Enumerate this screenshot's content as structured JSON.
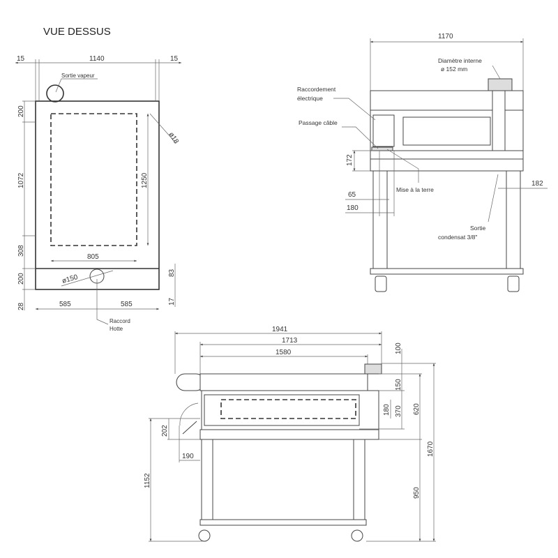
{
  "title": "VUE DESSUS",
  "top_view": {
    "dims": {
      "left_margin": "15",
      "width": "1140",
      "right_margin": "15",
      "d200_top": "200",
      "d1072": "1072",
      "d308": "308",
      "d200_bottom": "200",
      "d28": "28",
      "d1250": "1250",
      "d805": "805",
      "d18": "ø18",
      "d83": "83",
      "d17": "17",
      "d585_left": "585",
      "d585_right": "585",
      "d150": "ø150"
    },
    "labels": {
      "steam_outlet": "Sortie vapeur",
      "hood_connection_1": "Raccord",
      "hood_connection_2": "Hotte"
    }
  },
  "front_view": {
    "dims": {
      "width": "1170",
      "d172": "172",
      "d65": "65",
      "d180": "180",
      "d182": "182"
    },
    "labels": {
      "diameter_1": "Diamètre interne",
      "diameter_2": "ø 152 mm",
      "electrical_1": "Raccordement",
      "electrical_2": "électrique",
      "cable_passage": "Passage câble",
      "earthing": "Mise à la terre",
      "condensate_1": "Sortie",
      "condensate_2": "condensat 3/8\""
    }
  },
  "side_view": {
    "dims": {
      "d1941": "1941",
      "d1713": "1713",
      "d1580": "1580",
      "d100": "100",
      "d150": "150",
      "d180": "180",
      "d370": "370",
      "d620": "620",
      "d1670": "1670",
      "d950": "950",
      "d202": "202",
      "d190": "190",
      "d1152": "1152"
    }
  }
}
